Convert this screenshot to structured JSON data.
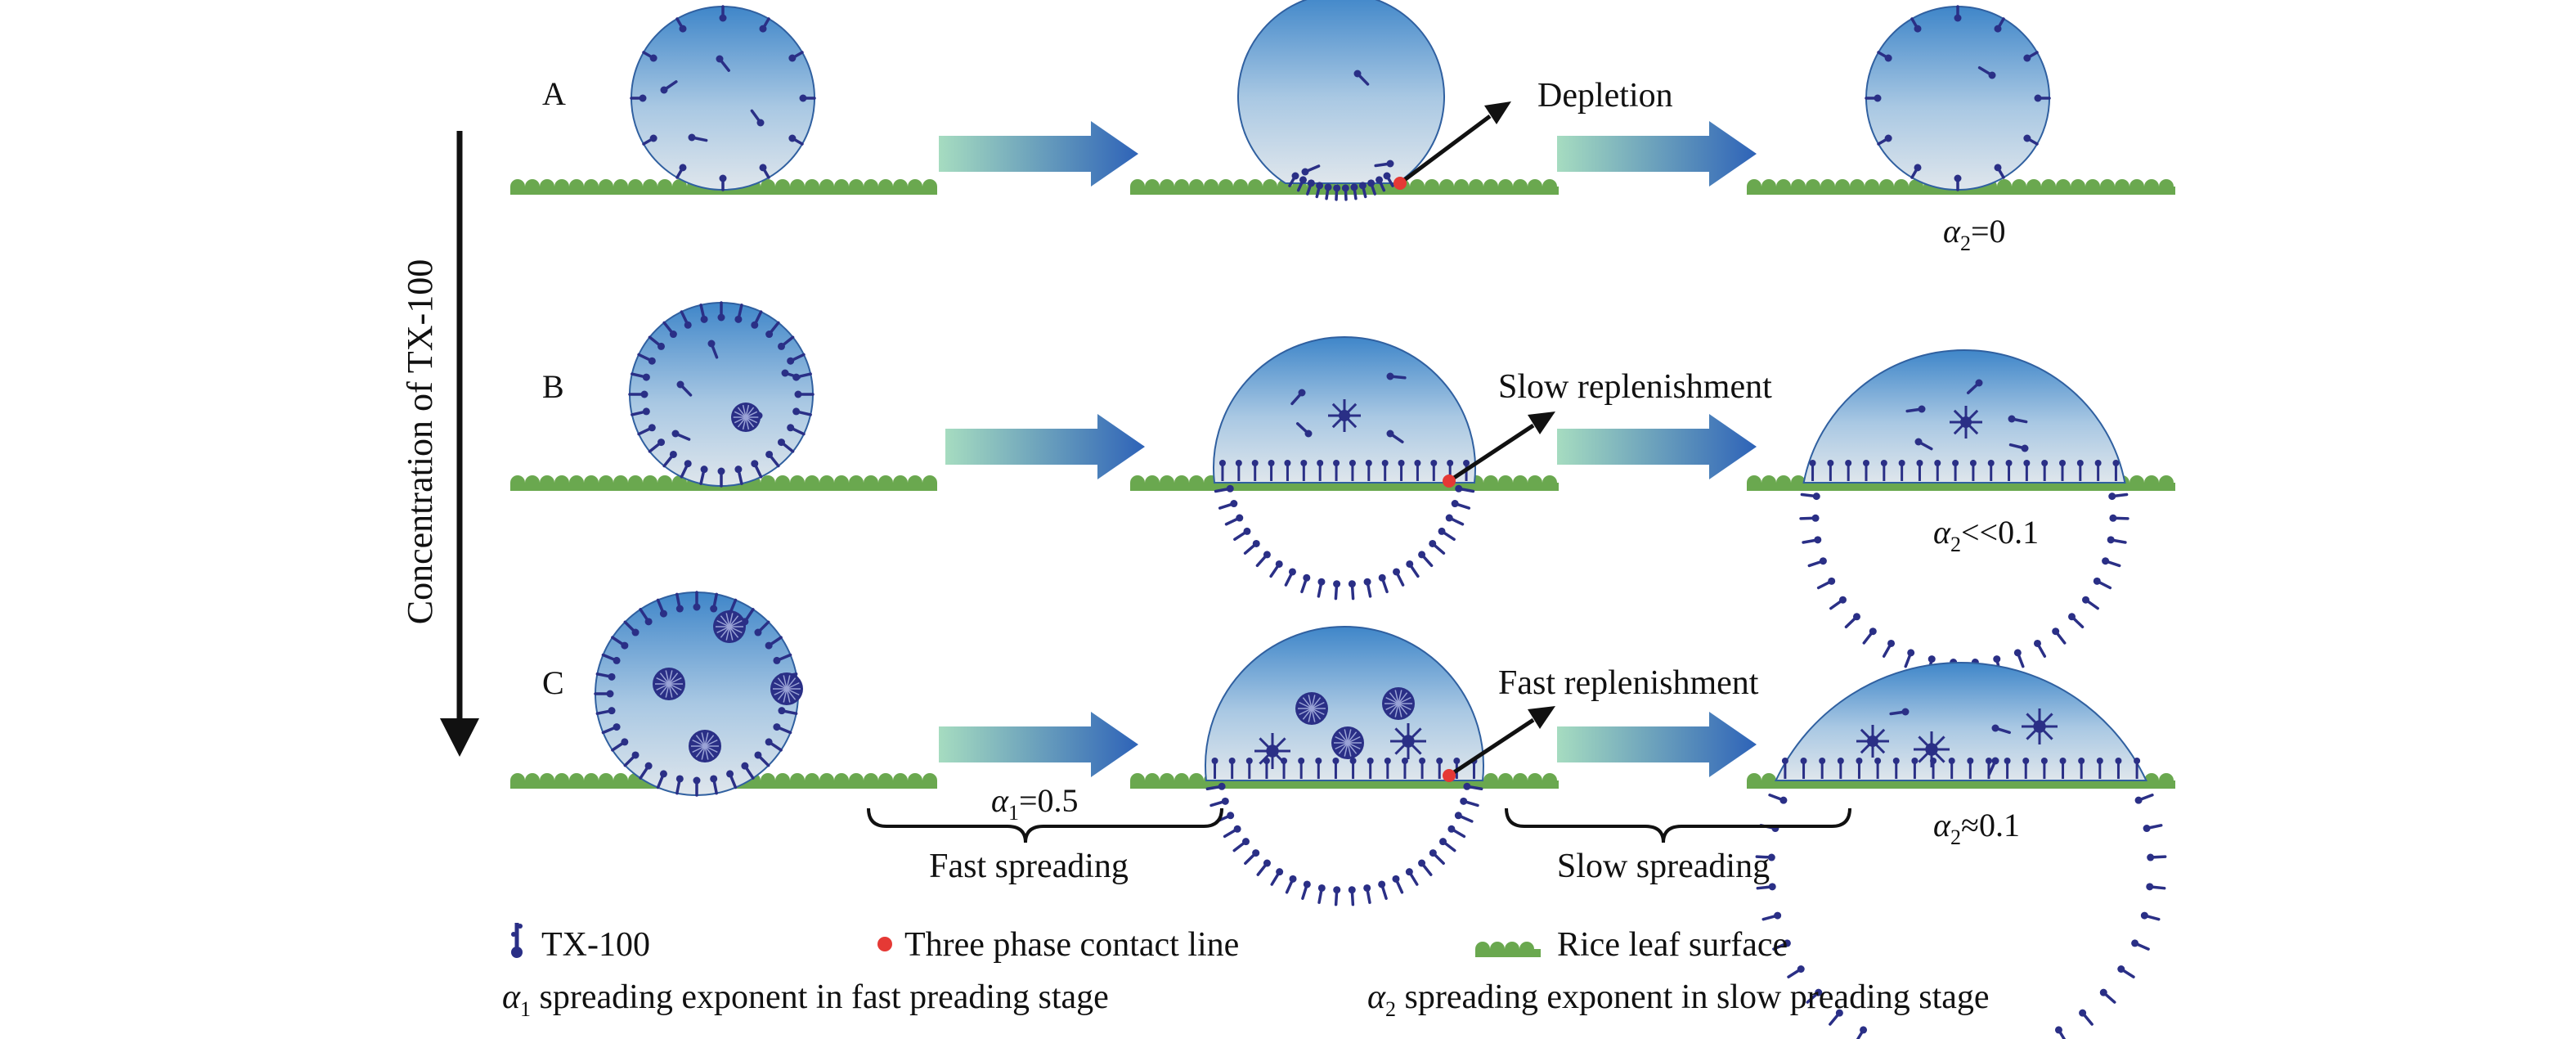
{
  "rows": [
    {
      "letter": "A",
      "note": "Depletion",
      "alpha": {
        "sub": "2",
        "rest": "=0"
      }
    },
    {
      "letter": "B",
      "note": "Slow replenishment",
      "alpha": {
        "sub": "2",
        "rest": "<<0.1"
      }
    },
    {
      "letter": "C",
      "note": "Fast replenishment",
      "alpha": {
        "sub": "2",
        "rest": "≈0.1"
      }
    }
  ],
  "vertical_axis_label": "Concentration of TX-100",
  "alpha1": {
    "sub": "1",
    "rest": "=0.5"
  },
  "brace_labels": {
    "fast": "Fast spreading",
    "slow": "Slow spreading"
  },
  "legend": {
    "tx100": "TX-100",
    "contact_line": "Three phase contact line",
    "leaf": "Rice leaf surface",
    "alpha1_desc": {
      "sub": "1",
      "rest": " spreading exponent in fast preading stage"
    },
    "alpha2_desc": {
      "sub": "2",
      "rest": " spreading exponent in slow preading stage"
    }
  },
  "colors": {
    "drop_top": "#3f86c9",
    "drop_bottom": "#dfe6ec",
    "surfactant": "#2a2f86",
    "leaf": "#6aa84f",
    "arrow_start": "#a6dcc0",
    "arrow_end": "#2e63b8",
    "contact_point": "#e53935"
  }
}
